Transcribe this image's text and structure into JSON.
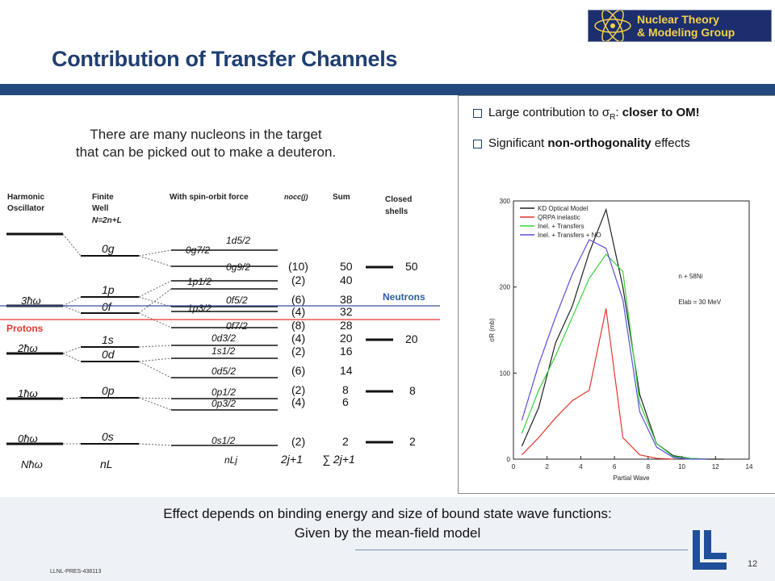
{
  "logo": {
    "line1": "Nuclear Theory",
    "line2": "& Modeling Group"
  },
  "title": "Contribution of Transfer Channels",
  "intro": {
    "line1": "There are many nucleons in the target",
    "line2": "that can be picked out to make a deuteron."
  },
  "bullets": [
    {
      "pre": "Large contribution to σ",
      "sub": "R",
      "mid": ": ",
      "bold": "closer to OM!",
      "post": ""
    },
    {
      "pre": "Significant ",
      "sub": "",
      "mid": "",
      "bold": "non-orthogonality",
      "post": " effects"
    }
  ],
  "shell_diagram": {
    "headers": {
      "ho": "Harmonic",
      "ho2": "Oscillator",
      "fw": "Finite",
      "fw2": "Well",
      "fw3": "N=2n+L",
      "so": "With spin-orbit force",
      "nocc": "nocc(j)",
      "sum": "Sum",
      "closed": "Closed",
      "closed2": "shells"
    },
    "ho_levels": [
      "3ħω",
      "2ħω",
      "1ħω",
      "0ħω",
      "Nħω"
    ],
    "fw_levels": [
      "0g",
      "1p",
      "0f",
      "1s",
      "0d",
      "0p",
      "0s",
      "nL"
    ],
    "so_levels": [
      "1d5/2",
      "0g7/2",
      "0g9/2",
      "1p1/2",
      "0f5/2",
      "1p3/2",
      "0f7/2",
      "0d3/2",
      "1s1/2",
      "0d5/2",
      "0p1/2",
      "0p3/2",
      "0s1/2",
      "nLj"
    ],
    "occ": [
      "(10)",
      "(2)",
      "(6)",
      "(4)",
      "(8)",
      "(4)",
      "(2)",
      "(6)",
      "(2)",
      "(4)",
      "(2)",
      "2j+1"
    ],
    "sums": [
      "50",
      "40",
      "38",
      "32",
      "28",
      "20",
      "16",
      "14",
      "8",
      "6",
      "2",
      "∑ 2j+1"
    ],
    "closed": [
      "50",
      "20",
      "8",
      "2"
    ],
    "neutrons_label": "Neutrons",
    "protons_label": "Protons"
  },
  "chart_data": {
    "type": "line",
    "title": "",
    "xlabel": "Partial Wave",
    "ylabel": "σR (mb)",
    "xlim": [
      0,
      14
    ],
    "ylim": [
      0,
      300
    ],
    "xticks": [
      0,
      2,
      4,
      6,
      8,
      10,
      12,
      14
    ],
    "yticks": [
      0,
      100,
      200,
      300
    ],
    "annotations": [
      "n + 58Ni",
      "Elab = 30 MeV"
    ],
    "legend_position": "top-left",
    "series": [
      {
        "name": "KD Optical Model",
        "color": "#222222",
        "x": [
          0.5,
          1.5,
          2.5,
          3.5,
          4.5,
          5.5,
          6.5,
          7.5,
          8.5,
          9.5,
          10.5,
          11.5,
          12.5
        ],
        "y": [
          15,
          60,
          135,
          178,
          240,
          290,
          200,
          75,
          18,
          4,
          1,
          0,
          0
        ]
      },
      {
        "name": "QRPA inelastic",
        "color": "#e0382e",
        "x": [
          0.5,
          1.5,
          2.5,
          3.5,
          4.5,
          5.5,
          6.5,
          7.5,
          8.5,
          9.5
        ],
        "y": [
          5,
          25,
          48,
          68,
          80,
          175,
          25,
          5,
          1,
          0
        ]
      },
      {
        "name": "Inel. + Transfers",
        "color": "#3bd13b",
        "x": [
          0.5,
          1.5,
          2.5,
          3.5,
          4.5,
          5.5,
          6.5,
          7.5,
          8.5,
          9.5,
          10.5,
          11.5
        ],
        "y": [
          30,
          80,
          120,
          165,
          210,
          238,
          218,
          65,
          18,
          3,
          1,
          0
        ]
      },
      {
        "name": "Inel. + Transfers + NO",
        "color": "#5a4fd8",
        "x": [
          0.5,
          1.5,
          2.5,
          3.5,
          4.5,
          5.5,
          6.5,
          7.5,
          8.5,
          9.5,
          10.5,
          11.5
        ],
        "y": [
          45,
          110,
          165,
          215,
          255,
          245,
          185,
          55,
          14,
          2,
          0,
          0
        ]
      }
    ]
  },
  "footer": {
    "line1": "Effect depends on binding energy and size of bound state wave functions:",
    "line2": "Given by the mean-field model"
  },
  "ref": "LLNL-PRES-438113",
  "page": "12"
}
